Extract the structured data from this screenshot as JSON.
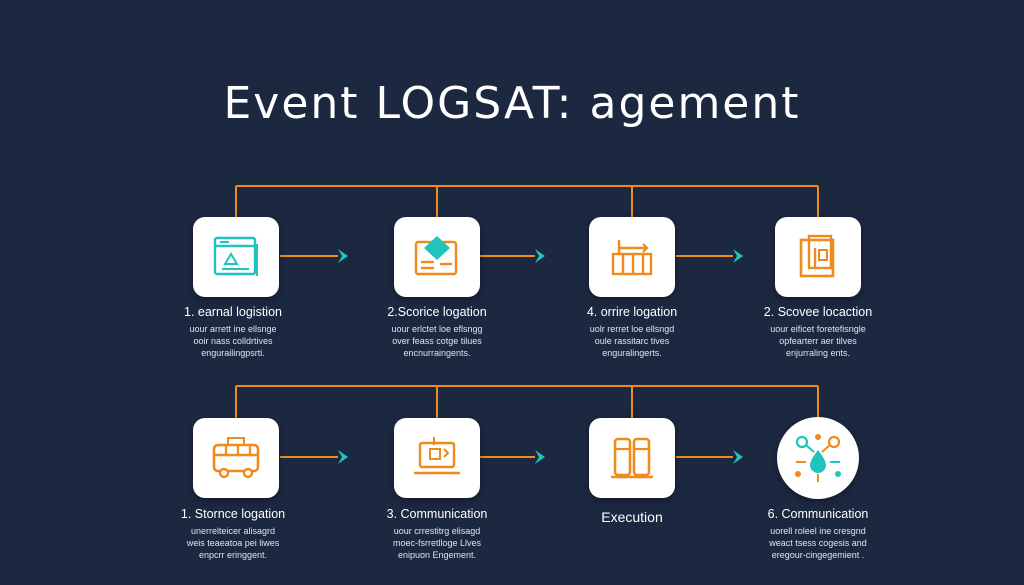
{
  "title": "Event LOGSAT: agement",
  "colors": {
    "background": "#1c2740",
    "orange": "#f08a1c",
    "teal": "#20c3bd",
    "card": "#ffffff"
  },
  "rows": [
    {
      "nodes": [
        {
          "icon": "browser-window-icon",
          "name": "1. earnal logistion",
          "desc": [
            "uour arrett ine ellsnge",
            "ooir nass colldrtives",
            "engurailingpsrti."
          ]
        },
        {
          "icon": "document-diamond-icon",
          "name": "2.Scorice logation",
          "desc": [
            "uour erlctet loe eflsngg",
            "over feass cotge tilues",
            "encnurraingents."
          ]
        },
        {
          "icon": "factory-arrows-icon",
          "name": "4. orrire logation",
          "desc": [
            "uolr rerret loe ellsngd",
            "oule rassitarc tives",
            "enguralingerts."
          ]
        },
        {
          "icon": "stacked-panels-icon",
          "name": "2. Scovee locaction",
          "desc": [
            "uour eificet foretefisngle",
            "opfearterr aer tilves",
            "enjurraling ents."
          ]
        }
      ]
    },
    {
      "nodes": [
        {
          "icon": "bus-icon",
          "name": "1. Stornce logation",
          "desc": [
            "unerrelteicer alisagrd",
            "weis teaeatoa pei liwes",
            "enpcrr eringgent."
          ]
        },
        {
          "icon": "laptop-transfer-icon",
          "name": "3. Communication",
          "desc": [
            "uour crrestitrg elisagd",
            "moec-fsrretlloge Llves",
            "enipuon Engement."
          ]
        },
        {
          "icon": "server-racks-icon",
          "name": "Execution",
          "desc": []
        },
        {
          "icon": "network-drop-icon",
          "name": "6. Communication",
          "desc": [
            "uorell roleel ine cresgnd",
            "weact tsess cogesis and",
            "eregour-cingegemient ."
          ]
        }
      ]
    }
  ]
}
